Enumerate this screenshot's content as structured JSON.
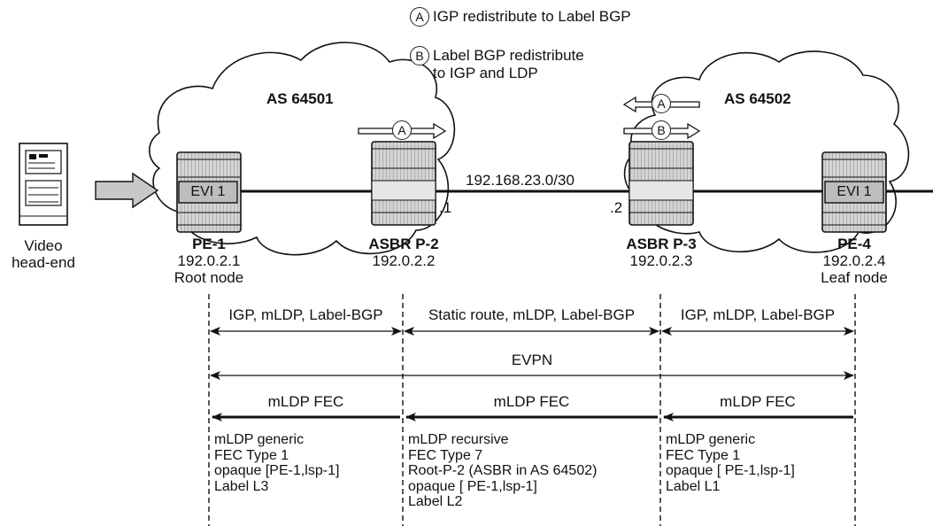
{
  "legend": {
    "a": {
      "letter": "A",
      "text": "IGP redistribute to Label BGP"
    },
    "b": {
      "letter": "B",
      "text_line1": "Label BGP redistribute",
      "text_line2": "to IGP and LDP"
    }
  },
  "as_labels": {
    "left": "AS 64501",
    "right": "AS 64502"
  },
  "link_label": "192.168.23.0/30",
  "interface_labels": {
    "p2": ".1",
    "p3": ".2"
  },
  "source": {
    "line1": "Video",
    "line2": "head-end"
  },
  "evi_label": "EVI 1",
  "nodes": [
    {
      "name": "PE-1",
      "ip": "192.0.2.1",
      "role": "Root node"
    },
    {
      "name": "ASBR P-2",
      "ip": "192.0.2.2",
      "role": ""
    },
    {
      "name": "ASBR P-3",
      "ip": "192.0.2.3",
      "role": ""
    },
    {
      "name": "PE-4",
      "ip": "192.0.2.4",
      "role": "Leaf node"
    }
  ],
  "protocol_segments": [
    "IGP, mLDP, Label-BGP",
    "Static route, mLDP, Label-BGP",
    "IGP, mLDP, Label-BGP"
  ],
  "evpn_label": "EVPN",
  "fec_label": "mLDP FEC",
  "fec_details": [
    [
      "mLDP generic",
      "FEC Type 1",
      "opaque [PE-1,lsp-1]",
      "Label L3"
    ],
    [
      "mLDP recursive",
      "FEC Type 7",
      "Root-P-2 (ASBR in AS 64502)",
      "opaque [ PE-1,lsp-1]",
      "Label L2"
    ],
    [
      "mLDP generic",
      "FEC Type 1",
      "opaque [ PE-1,lsp-1]",
      "Label L1"
    ]
  ],
  "markers": {
    "a": "A",
    "b": "B"
  },
  "colors": {
    "line": "#111111",
    "router_fill": "#cfcfcf",
    "evi_fill": "#bdbdbd",
    "arrow_fill": "#c8c8c8"
  }
}
